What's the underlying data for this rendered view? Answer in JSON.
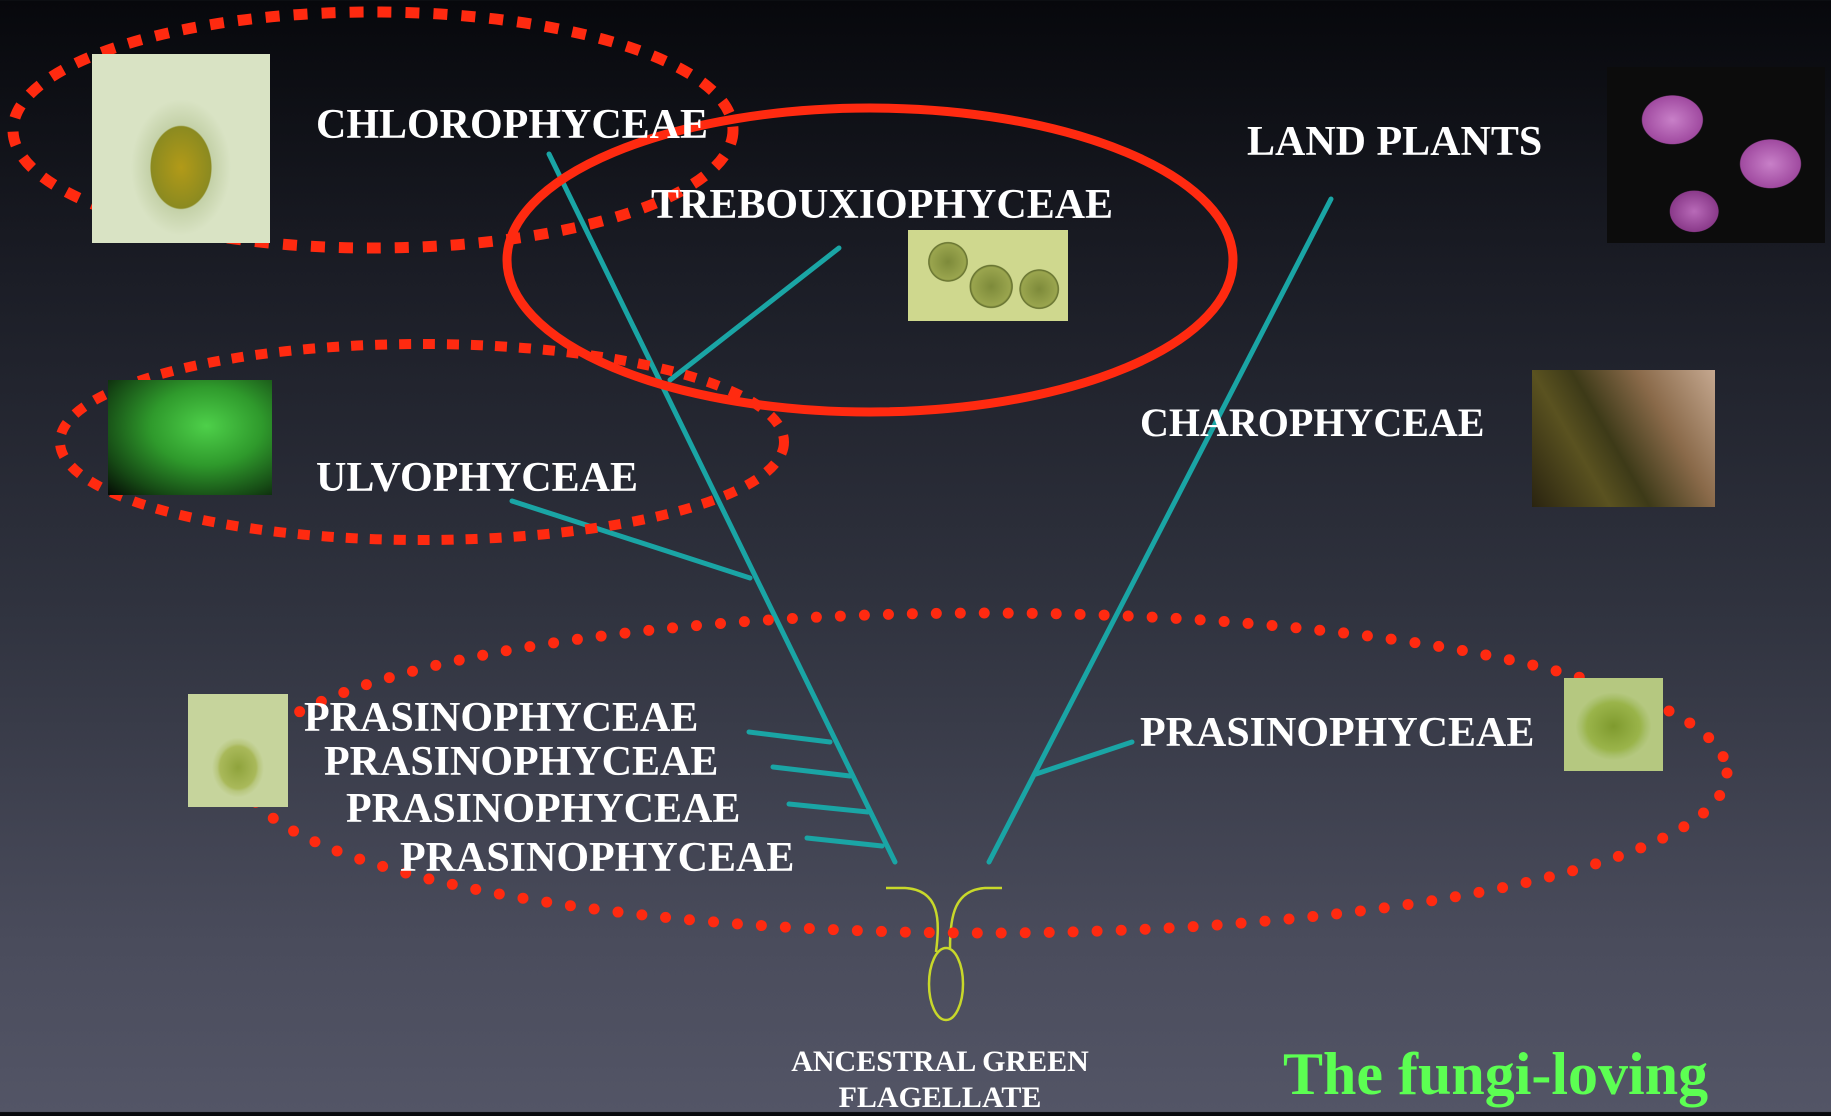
{
  "labels": {
    "chlorophyceae": "CHLOROPHYCEAE",
    "trebouxiophyceae": "TREBOUXIOPHYCEAE",
    "ulvophyceae": "ULVOPHYCEAE",
    "prasinophyceae_1": "PRASINOPHYCEAE",
    "prasinophyceae_2": "PRASINOPHYCEAE",
    "prasinophyceae_3": "PRASINOPHYCEAE",
    "prasinophyceae_4": "PRASINOPHYCEAE",
    "prasinophyceae_right": "PRASINOPHYCEAE",
    "land_plants": "LAND PLANTS",
    "charophyceae": "CHAROPHYCEAE",
    "ancestor_line1": "ANCESTRAL GREEN",
    "ancestor_line2": "FLAGELLATE"
  },
  "title": "The fungi-loving",
  "colors": {
    "branch": "#1aa5a5",
    "highlight": "#ff2a10",
    "ancestor_outline": "#c8d82a",
    "title": "#5cff52",
    "label": "#ffffff"
  },
  "photos": [
    {
      "name": "chlorophyceae-photo",
      "subject": "flagellated green alga"
    },
    {
      "name": "trebouxiophyceae-photo",
      "subject": "spherical green cells"
    },
    {
      "name": "ulvophyceae-photo",
      "subject": "green seaweed"
    },
    {
      "name": "prasinophyceae-left-photo",
      "subject": "flagellated cell"
    },
    {
      "name": "land-plants-photo",
      "subject": "purple flowers"
    },
    {
      "name": "charophyceae-photo",
      "subject": "charophyte alga"
    },
    {
      "name": "prasinophyceae-right-photo",
      "subject": "green cell"
    }
  ]
}
